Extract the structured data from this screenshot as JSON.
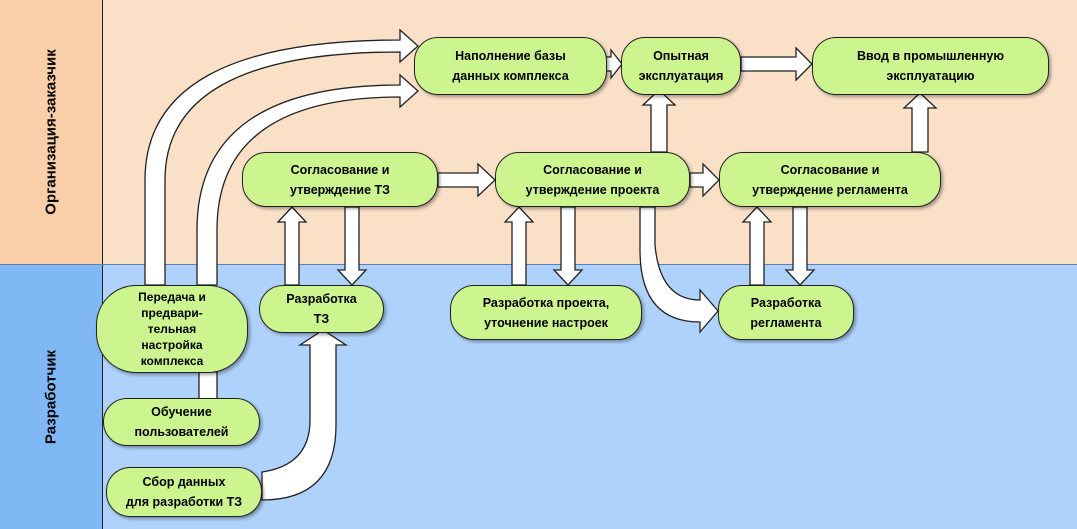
{
  "lanes": {
    "customer": "Организация-заказчик",
    "developer": "Разработчик"
  },
  "nodes": {
    "db_fill": "Наполнение базы\nданных комплекса",
    "trial": "Опытная\nэксплуатация",
    "production": "Ввод в промышленную\nэксплуатацию",
    "approve_tz": "Согласование и\nутверждение ТЗ",
    "approve_project": "Согласование и\nутверждение проекта",
    "approve_regulation": "Согласование и\nутверждение регламента",
    "transfer": "Передача и\nпредвари-\nтельная\nнастройка\nкомплекса",
    "dev_tz": "Разработка\nТЗ",
    "dev_project": "Разработка проекта,\nуточнение настроек",
    "dev_regulation": "Разработка\nрегламента",
    "training": "Обучение\nпользователей",
    "collect": "Сбор данных\nдля разработки ТЗ"
  },
  "colors": {
    "customer_lane": "#fbe0c8",
    "developer_lane": "#aed2fb",
    "node_fill": "#cdf58f",
    "arrow_fill": "#ffffff"
  }
}
